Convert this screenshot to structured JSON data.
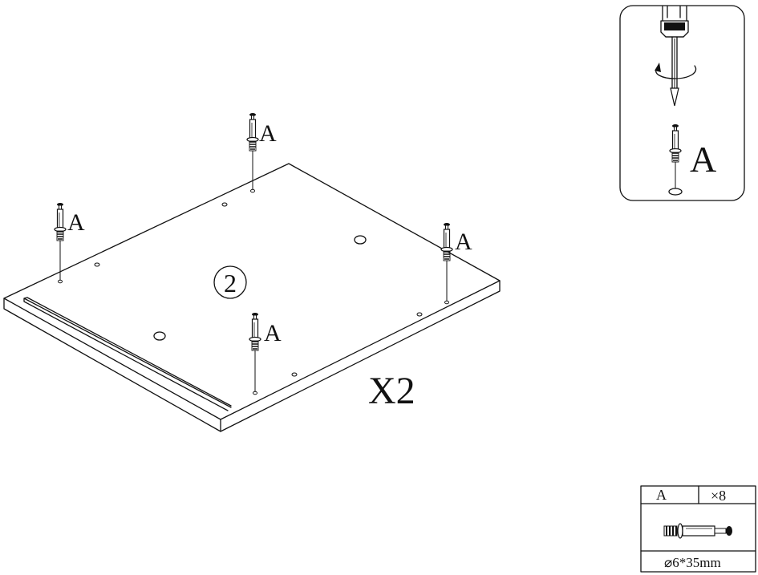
{
  "panel": {
    "part_number": "2",
    "quantity_label": "X2",
    "fastener_label": "A",
    "fastener_positions": [
      {
        "label": "A"
      },
      {
        "label": "A"
      },
      {
        "label": "A"
      },
      {
        "label": "A"
      }
    ]
  },
  "inset": {
    "fastener_label": "A",
    "rotation_hint": "clockwise"
  },
  "parts_table": {
    "part_code": "A",
    "quantity": "×8",
    "dimension": "⌀6*35mm"
  }
}
